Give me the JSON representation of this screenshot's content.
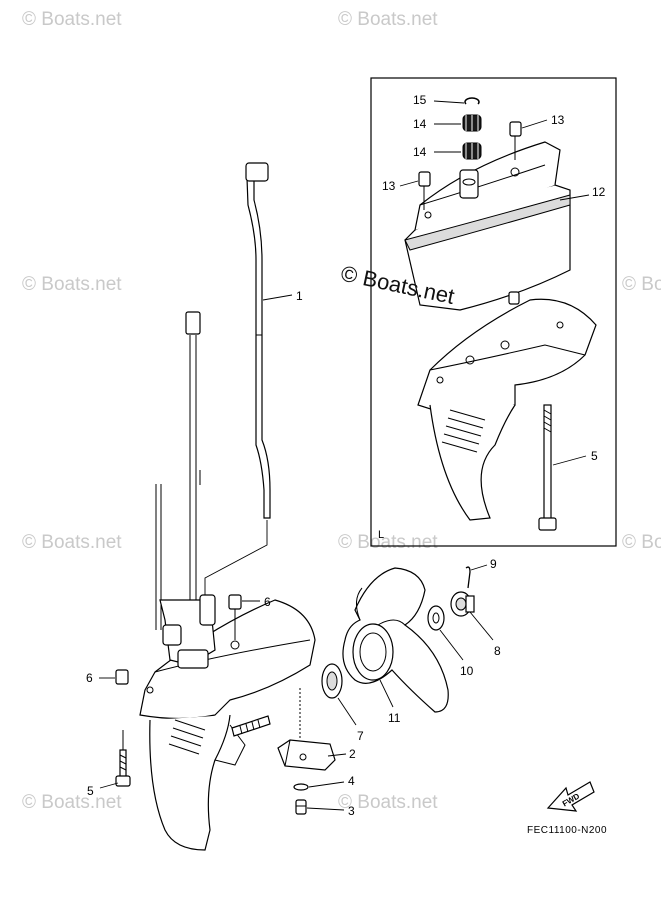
{
  "watermarks": {
    "repeat_text": "© Boats.net",
    "center_text": "© Boats.net"
  },
  "inset": {
    "label": "L"
  },
  "callouts": [
    {
      "id": "c1",
      "number": "1"
    },
    {
      "id": "c2",
      "number": "2"
    },
    {
      "id": "c3",
      "number": "3"
    },
    {
      "id": "c4",
      "number": "4"
    },
    {
      "id": "c5a",
      "number": "5"
    },
    {
      "id": "c5b",
      "number": "5"
    },
    {
      "id": "c6a",
      "number": "6"
    },
    {
      "id": "c6b",
      "number": "6"
    },
    {
      "id": "c7",
      "number": "7"
    },
    {
      "id": "c8",
      "number": "8"
    },
    {
      "id": "c9",
      "number": "9"
    },
    {
      "id": "c10",
      "number": "10"
    },
    {
      "id": "c11",
      "number": "11"
    },
    {
      "id": "c12",
      "number": "12"
    },
    {
      "id": "c13a",
      "number": "13"
    },
    {
      "id": "c13b",
      "number": "13"
    },
    {
      "id": "c14a",
      "number": "14"
    },
    {
      "id": "c14b",
      "number": "14"
    },
    {
      "id": "c15",
      "number": "15"
    }
  ],
  "fwd_badge": "FWD",
  "drawing_code": "FEC11100-N200"
}
